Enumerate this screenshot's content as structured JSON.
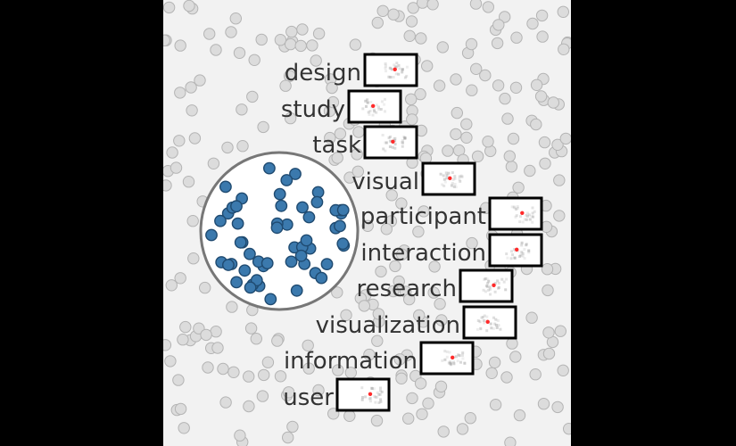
{
  "title": "",
  "terms": [
    {
      "label": "design"
    },
    {
      "label": "study"
    },
    {
      "label": "task"
    },
    {
      "label": "visual"
    },
    {
      "label": "participant"
    },
    {
      "label": "interaction"
    },
    {
      "label": "research"
    },
    {
      "label": "visualization"
    },
    {
      "label": "information"
    },
    {
      "label": "user"
    }
  ],
  "colors": {
    "background": "#f2f2f2",
    "frame": "#000000",
    "point_fill": "#dcdcdc",
    "point_stroke": "#b4b4b4",
    "selected_fill": "#3b79ad",
    "selected_stroke": "#1f4a70",
    "lens_stroke": "#777777",
    "heat": "#ff2a2a"
  }
}
